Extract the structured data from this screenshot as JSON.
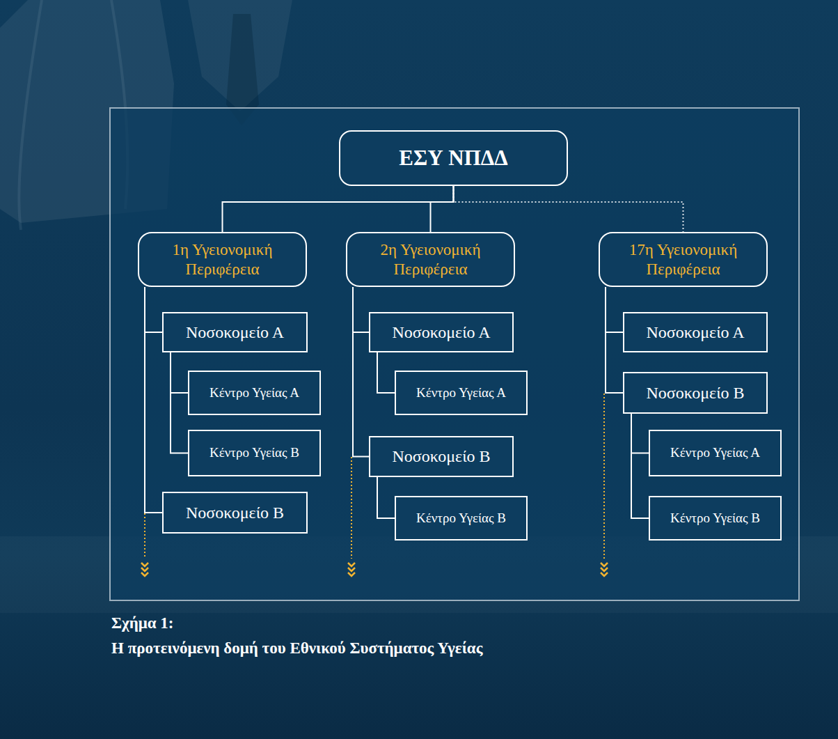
{
  "diagram": {
    "caption": "Η προτεινόμενη δομή του Εθνικού Συστήματος Υγείας",
    "nodes": [
      {
        "text": [
          "ΕΣΥ ΝΠΔΔ"
        ]
      },
      {
        "text": [
          "1η Υγειονομική Περιφέρεια"
        ]
      },
      {
        "text": [
          "2η Υγειονομική Περιφέρεια"
        ]
      },
      {
        "text": [
          "17η Υγειονομική Περιφέρεια"
        ]
      },
      {
        "text": [
          "Νοσοκομείο Α"
        ]
      },
      {
        "text": [
          "Κέντρο Υγείας Α"
        ]
      },
      {
        "text": [
          "Κέντρο Υγείας Β"
        ]
      },
      {
        "text": [
          "Νοσοκομείο Β"
        ]
      },
      {
        "text": [
          "Νοσοκομείο Α"
        ]
      },
      {
        "text": [
          "Κέντρο Υγείας Α"
        ]
      },
      {
        "text": [
          "Νοσοκομείο Β"
        ]
      },
      {
        "text": [
          "Κέντρο Υγείας Β"
        ]
      },
      {
        "text": [
          "Νοσοκομείο Α"
        ]
      },
      {
        "text": [
          "Νοσοκομείο Β"
        ]
      },
      {
        "text": [
          "Κέντρο Υγείας Α"
        ]
      },
      {
        "text": [
          "Κέντρο Υγείας Β"
        ]
      }
    ],
    "edges": [
      {
        "from": 0,
        "to": 1,
        "arrow": "none"
      },
      {
        "from": 0,
        "to": 2,
        "arrow": "none"
      },
      {
        "from": 0,
        "to": 3,
        "arrow": "none"
      },
      {
        "from": 1,
        "to": 4,
        "arrow": "none"
      },
      {
        "from": 4,
        "to": 5,
        "arrow": "none"
      },
      {
        "from": 4,
        "to": 6,
        "arrow": "none"
      },
      {
        "from": 1,
        "to": 7,
        "arrow": "none"
      },
      {
        "from": 2,
        "to": 8,
        "arrow": "none"
      },
      {
        "from": 8,
        "to": 9,
        "arrow": "none"
      },
      {
        "from": 2,
        "to": 10,
        "arrow": "none"
      },
      {
        "from": 10,
        "to": 11,
        "arrow": "none"
      },
      {
        "from": 3,
        "to": 12,
        "arrow": "none"
      },
      {
        "from": 3,
        "to": 13,
        "arrow": "none"
      },
      {
        "from": 13,
        "to": 14,
        "arrow": "none"
      },
      {
        "from": 13,
        "to": 15,
        "arrow": "none"
      }
    ],
    "labels": [
      "Σχήμα 1:"
    ]
  }
}
